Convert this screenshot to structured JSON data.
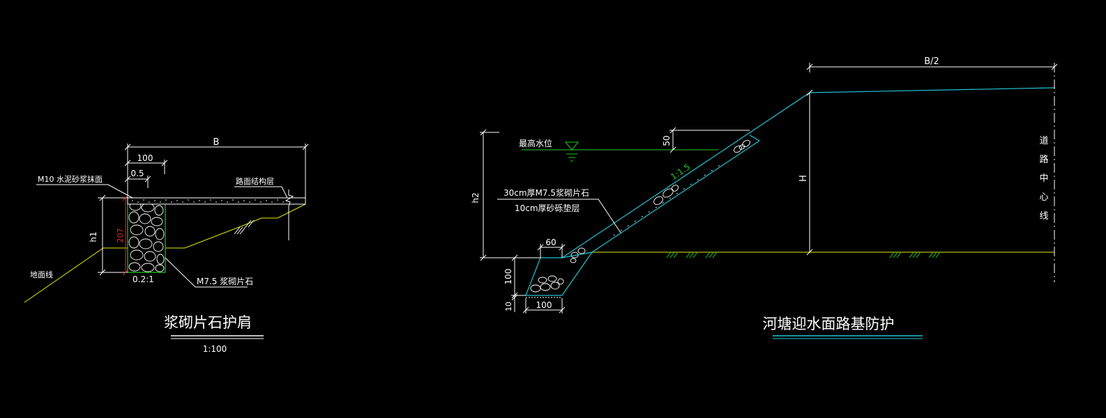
{
  "colors": {
    "background": "#000000",
    "white": "#ffffff",
    "yellow": "#e8e800",
    "cyan": "#22c4d4",
    "green": "#1ec81e",
    "red": "#e03020"
  },
  "left_drawing": {
    "title": "浆砌片石护肩",
    "scale": "1:100",
    "dim_b": "B",
    "dim_100": "100",
    "dim_05": "0.5",
    "dim_h1": "h1",
    "dim_207": "207",
    "ratio": "0.2:1",
    "label_m10": "M10 水泥砂浆抹面",
    "label_pavement": "路面结构层",
    "label_ground": "地面线",
    "label_m75": "M7.5 浆砌片石"
  },
  "right_drawing": {
    "title": "河塘迎水面路基防护",
    "dim_b2": "B/2",
    "dim_h": "H",
    "dim_h2": "h2",
    "dim_50": "50",
    "slope_ratio": "1:1.5",
    "label_water": "最高水位",
    "label_stone": "30cm厚M7.5浆砌片石",
    "label_cushion": "10cm厚砂砾垫层",
    "dim_60": "60",
    "dim_100v": "100",
    "dim_10": "10",
    "dim_100h": "100",
    "center_line": [
      "道",
      "路",
      "中",
      "心",
      "线"
    ]
  }
}
